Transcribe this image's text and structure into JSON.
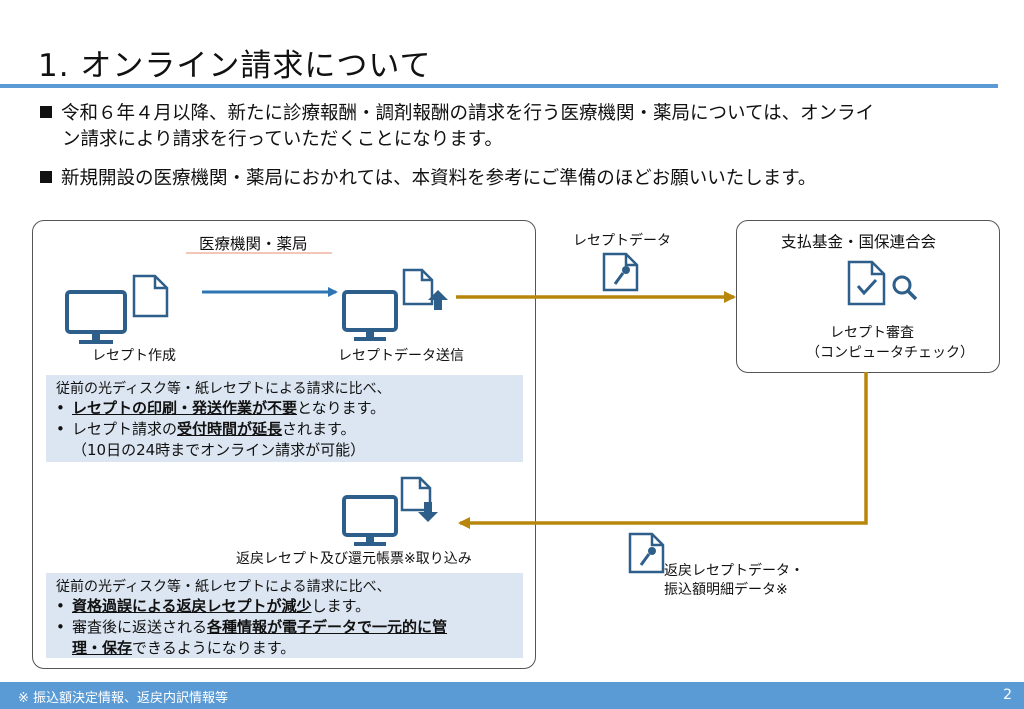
{
  "title": "1. オンライン請求について",
  "bullets": [
    {
      "line1": "令和６年４月以降、新たに診療報酬・調剤報酬の請求を行う医療機関・薬局については、オンライ",
      "line2": "ン請求により請求を行っていただくことになります。"
    },
    {
      "line1": "新規開設の医療機関・薬局におかれては、本資料を参考にご準備のほどお願いいたします。"
    }
  ],
  "diagram": {
    "left_org": "医療機関・薬局",
    "right_org": "支払基金・国保連合会",
    "create_label": "レセプト作成",
    "send_label": "レセプトデータ送信",
    "data_label": "レセプトデータ",
    "review_label1": "レセプト審査",
    "review_label2": "（コンピュータチェック）",
    "receive_label": "返戻レセプト及び還元帳票※取り込み",
    "return_label1": "返戻レセプトデータ・",
    "return_label2": "振込額明細データ※",
    "info1": {
      "intro": "従前の光ディスク等・紙レセプトによる請求に比べ、",
      "b1_strong": "レセプトの印刷・発送作業が不要",
      "b1_rest": "となります。",
      "b2_pre": "レセプト請求の",
      "b2_strong": "受付時間が延長",
      "b2_rest": "されます。",
      "b2_note": "（10日の24時までオンライン請求が可能）"
    },
    "info2": {
      "intro": "従前の光ディスク等・紙レセプトによる請求に比べ、",
      "b1_strong": "資格過誤による返戻レセプトが減少",
      "b1_rest": "します。",
      "b2_pre": "審査後に返送される",
      "b2_strong": "各種情報が電子データで一元的に管",
      "b2_strong2": "理・保存",
      "b2_rest": "できるようになります。"
    }
  },
  "footer": {
    "note": "※ 振込額決定情報、返戻内訳情報等",
    "page": "2"
  },
  "colors": {
    "accent": "#5b9bd5",
    "icon": "#2e5f8a",
    "flow": "#b8860b",
    "info_bg": "#dce6f2"
  },
  "icons": [
    "monitor-icon",
    "document-icon",
    "document-upload-icon",
    "document-key-icon",
    "review-magnifier-icon",
    "printer-icon",
    "mail-icon",
    "document-download-icon"
  ]
}
